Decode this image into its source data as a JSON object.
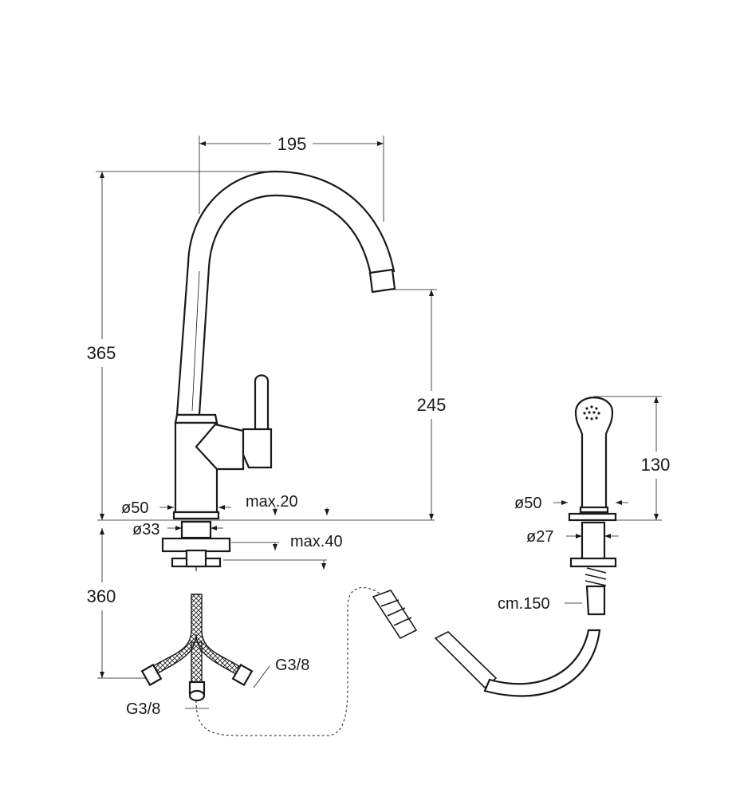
{
  "dimensions": {
    "width_195": "195",
    "height_365": "365",
    "height_245": "245",
    "dia_50_faucet": "ø50",
    "max_20": "max.20",
    "dia_33": "ø33",
    "max_40": "max.40",
    "height_360": "360",
    "g38_right": "G3/8",
    "g38_bottom": "G3/8",
    "height_130": "130",
    "dia_50_shower": "ø50",
    "dia_27": "ø27",
    "cm_150": "cm.150"
  }
}
